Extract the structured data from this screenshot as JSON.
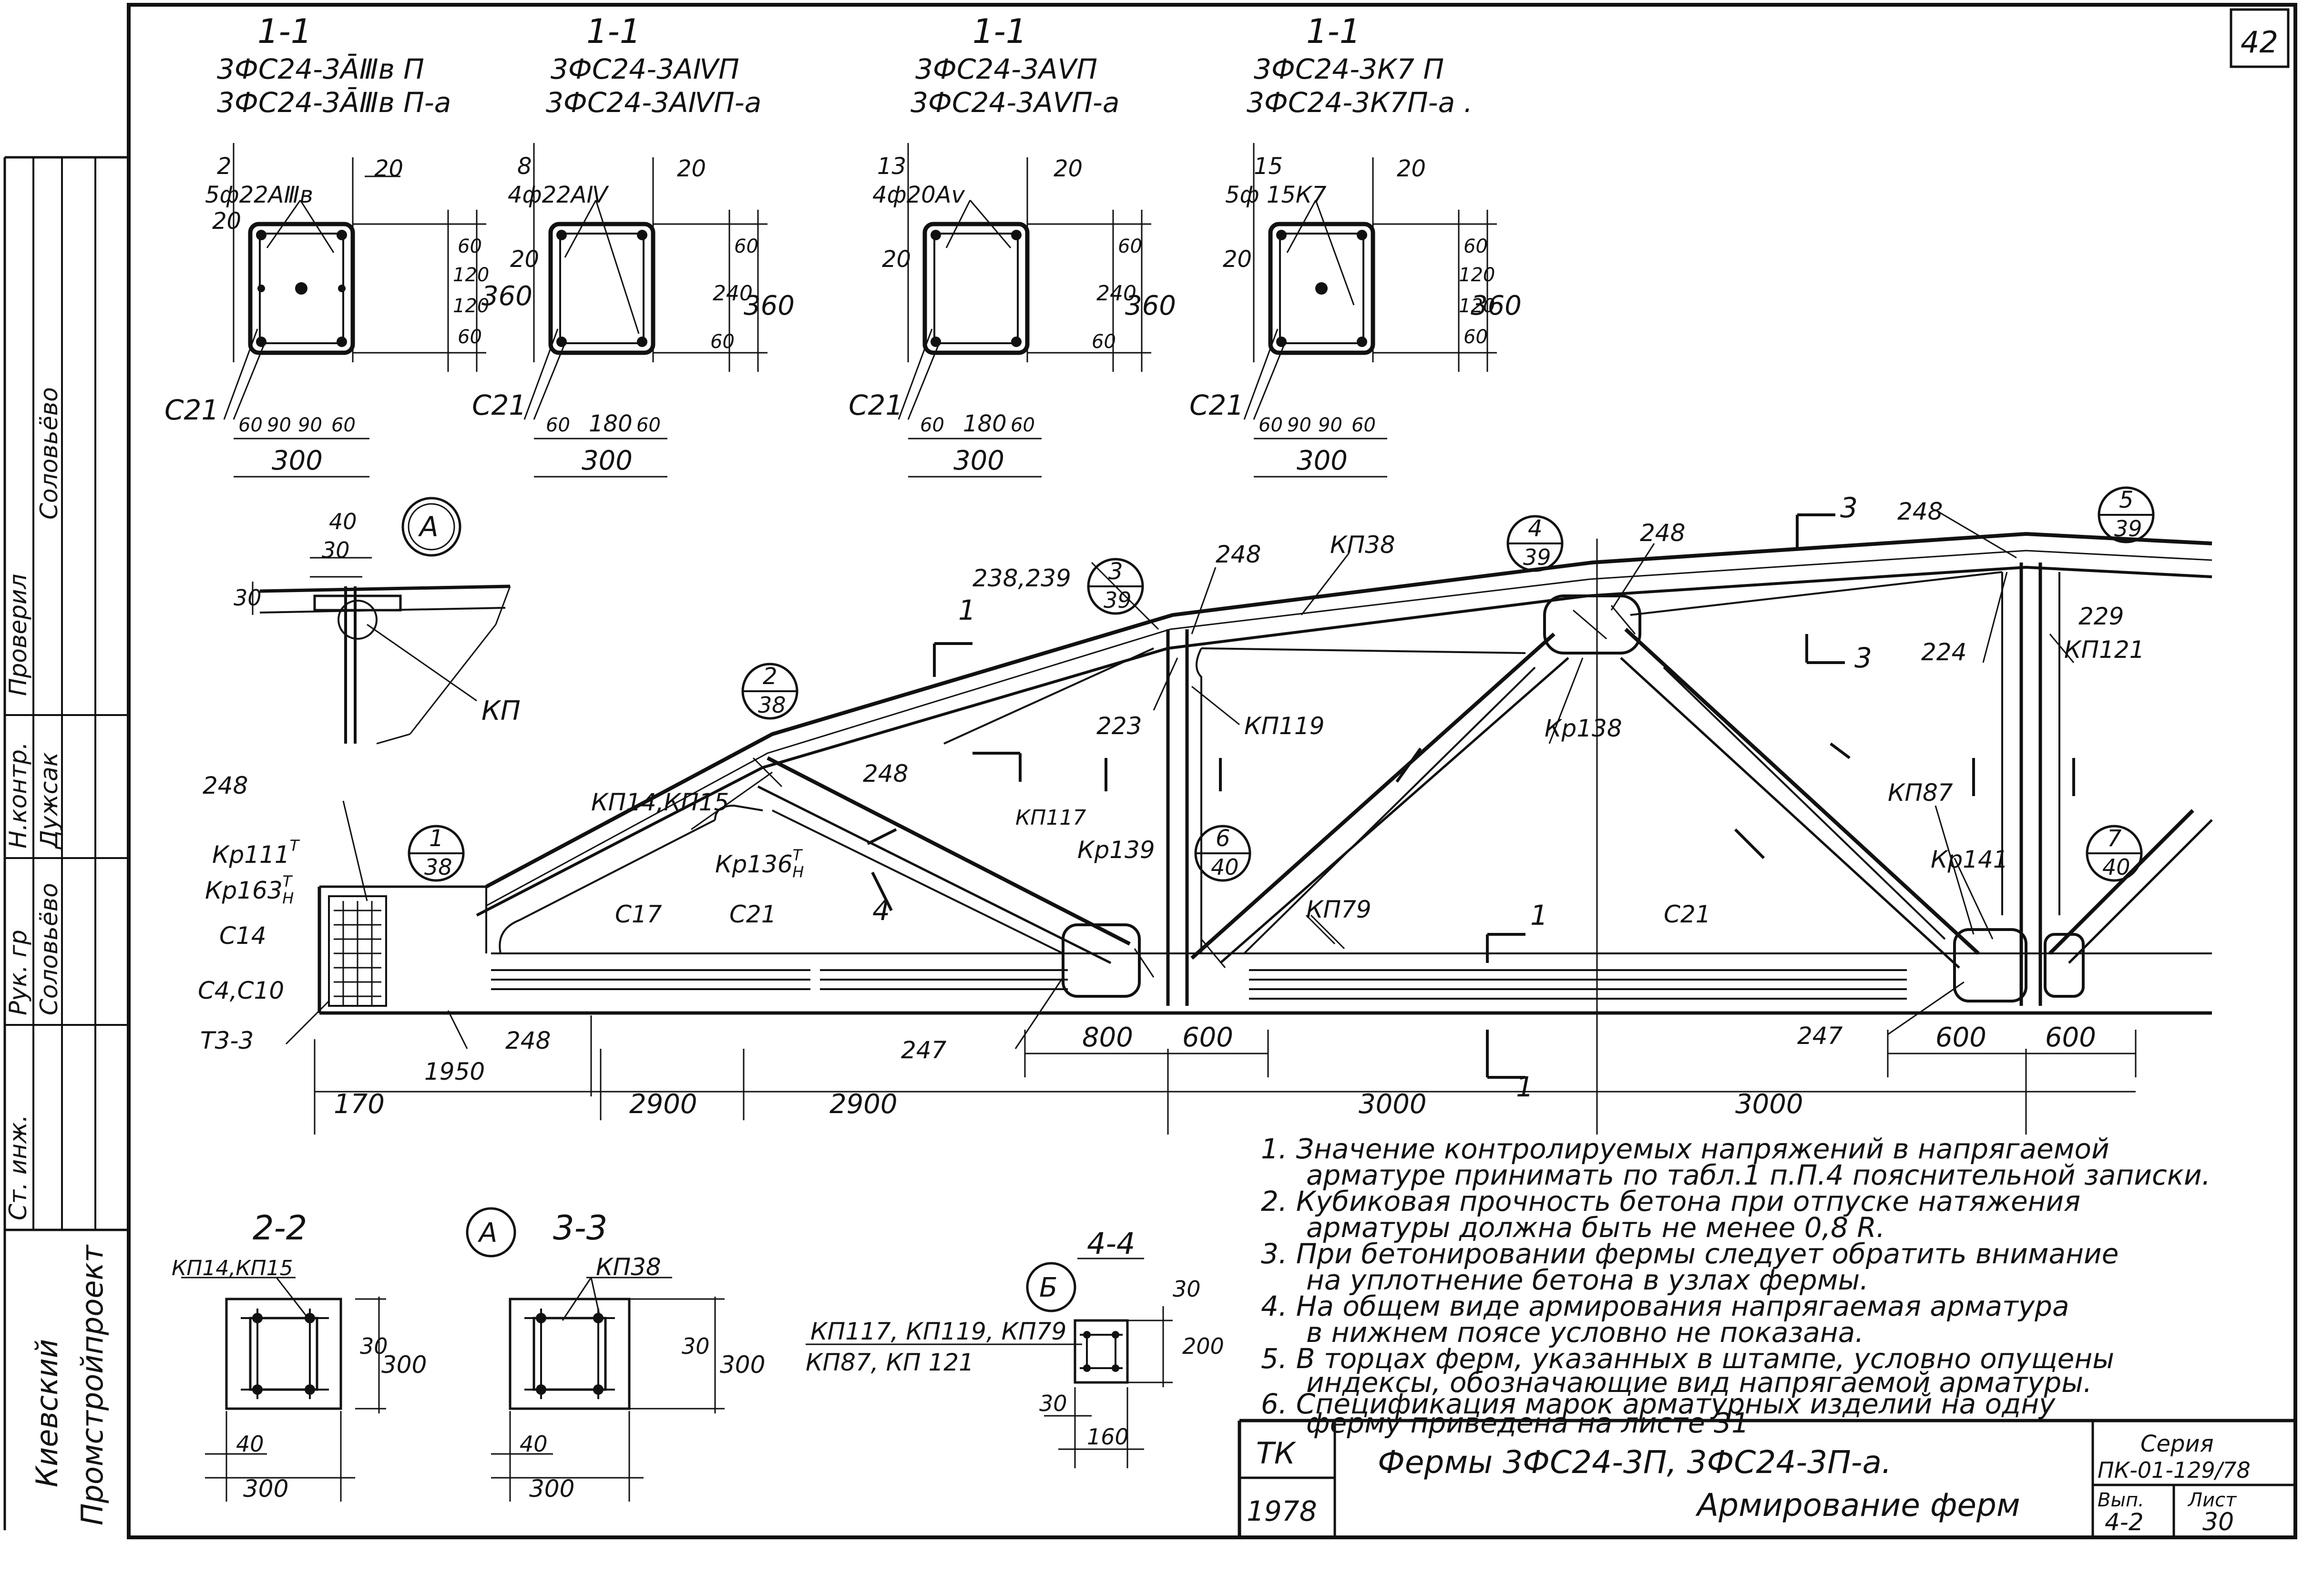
{
  "sheet_corner": "42",
  "sections_top": [
    {
      "cut": "1-1",
      "marks": [
        "3ФС24-3ĀⅢв П",
        "3ФС24-3ĀⅢв П-а"
      ],
      "bar": "2",
      "bar_spec": "5ф22АⅢв",
      "tie": "С21",
      "dims_bottom": [
        "60",
        "90",
        "90",
        "60"
      ],
      "width": "300",
      "dims_right": [
        "60",
        "120",
        "120",
        "60"
      ],
      "height": "360",
      "cover": "20",
      "cover_side": "20"
    },
    {
      "cut": "1-1",
      "marks": [
        "3ФС24-3АⅣП",
        "3ФС24-3АⅣП-а"
      ],
      "bar": "8",
      "bar_spec": "4ф22АⅣ",
      "tie": "С21",
      "dims_bottom": [
        "60",
        "180",
        "60"
      ],
      "width": "300",
      "dims_right": [
        "60",
        "240",
        "60"
      ],
      "height": "360",
      "cover": "20",
      "cover_side": "20"
    },
    {
      "cut": "1-1",
      "marks": [
        "3ФС24-3АⅤП",
        "3ФС24-3АⅤП-а"
      ],
      "bar": "13",
      "bar_spec": "4ф20Аⅴ",
      "tie": "С21",
      "dims_bottom": [
        "60",
        "180",
        "60"
      ],
      "width": "300",
      "dims_right": [
        "60",
        "240",
        "60"
      ],
      "height": "360",
      "cover": "20",
      "cover_side": "20"
    },
    {
      "cut": "1-1",
      "marks": [
        "3ФС24-3К7 П",
        "3ФС24-3К7П-а ."
      ],
      "bar": "15",
      "bar_spec": "5ф 15К7",
      "tie": "С21",
      "dims_bottom": [
        "60",
        "90",
        "90",
        "60"
      ],
      "width": "300",
      "dims_right": [
        "60",
        "120",
        "120",
        "60"
      ],
      "height": "360",
      "cover": "20",
      "cover_side": "20"
    }
  ],
  "detail_a": {
    "mark": "А",
    "dims": [
      "40",
      "30",
      "30"
    ],
    "label": "КП"
  },
  "truss": {
    "callouts": [
      {
        "num": "1",
        "sheet": "38"
      },
      {
        "num": "2",
        "sheet": "38"
      },
      {
        "num": "3",
        "sheet": "39"
      },
      {
        "num": "4",
        "sheet": "39"
      },
      {
        "num": "5",
        "sheet": "39"
      },
      {
        "num": "6",
        "sheet": "40"
      },
      {
        "num": "7",
        "sheet": "40"
      }
    ],
    "labels": {
      "l248a": "248",
      "kr111": "Кр111",
      "kr111_sup": "Т",
      "kr163": "Кр163",
      "kr163_sup": "Т",
      "kr163_sub": "Н",
      "c14": "С14",
      "c4c10": "С4,С10",
      "t3": "Т3-3",
      "d1950": "1950",
      "l248b": "248",
      "kp14": "КП14,КП15",
      "c17": "С17",
      "c21a": "С21",
      "kr136": "Кр136",
      "kr136_sup": "Т",
      "kr136_sub": "Н",
      "l248c": "248",
      "l238": "238,239",
      "l248d": "248",
      "l223": "223",
      "kp119": "КП119",
      "kp117": "КП117",
      "kr139": "Кр139",
      "l247a": "247",
      "kp38": "КП38",
      "l248e": "248",
      "kr138": "Кр138",
      "kp79": "КП79",
      "c21b": "С21",
      "l248f": "248",
      "l229": "229",
      "l224": "224",
      "kp121": "КП121",
      "kp87": "КП87",
      "kr141": "Кр141",
      "l247b": "247"
    },
    "cuts": {
      "c1a": "1",
      "c1b": "1",
      "c1c": "1",
      "c3a": "3",
      "c3b": "3",
      "c4": "4"
    },
    "dims": [
      "170",
      "2900",
      "2900",
      "3000",
      "3000"
    ],
    "dims_small": [
      "800",
      "600",
      "600",
      "600"
    ]
  },
  "sections_bottom": [
    {
      "cut": "2-2",
      "label": "КП14,КП15",
      "dims_right": [
        "30",
        "300"
      ],
      "dims_bottom": [
        "40",
        "300"
      ]
    },
    {
      "cut": "3-3",
      "label": "КП38",
      "mark": "А",
      "dims_right": [
        "30",
        "300"
      ],
      "dims_bottom": [
        "40",
        "300"
      ]
    },
    {
      "cut": "4-4",
      "labels": [
        "КП117, КП119, КП79",
        "КП87, КП 121"
      ],
      "mark": "Б",
      "dims_right": [
        "30",
        "200"
      ],
      "dims_bottom": [
        "30",
        "160"
      ]
    }
  ],
  "notes": [
    "1. Значение контролируемых напряжений в напрягаемой",
    "арматуре принимать по табл.1 п.П.4 пояснительной записки.",
    "2. Кубиковая прочность бетона при отпуске натяжения",
    "арматуры должна быть не менее 0,8 R.",
    "3. При бетонировании фермы следует обратить внимание",
    "на уплотнение бетона в узлах фермы.",
    "4. На общем виде армирования напрягаемая арматура",
    "в нижнем поясе условно не показана.",
    "5. В торцах ферм, указанных в штампе, условно опущены",
    "индексы, обозначающие вид напрягаемой арматуры.",
    "6. Спецификация марок арматурных изделий на одну",
    "ферму приведена на листе 31"
  ],
  "left_stamp": {
    "org": [
      "Киевский",
      "Промстройпроект"
    ],
    "rows": [
      {
        "role": "Проверил",
        "name": "Соловьёво"
      },
      {
        "role": "Н.контр.",
        "name": "Дужсак"
      },
      {
        "role": "Рук. гр",
        "name": "Соловьёво"
      },
      {
        "role": "Ст. инж.",
        "name": ""
      }
    ]
  },
  "title_block": {
    "org": "ТК",
    "year": "1978",
    "title_line1": "Фермы 3ФС24-3П, 3ФС24-3П-а.",
    "title_line2": "Армирование ферм",
    "series_label": "Серия",
    "series": "ПК-01-129/78",
    "issue_label": "Вып.",
    "issue": "4-2",
    "sheet_label": "Лист",
    "sheet": "30"
  },
  "colors": {
    "ink": "#111111",
    "paper": "#ffffff"
  }
}
